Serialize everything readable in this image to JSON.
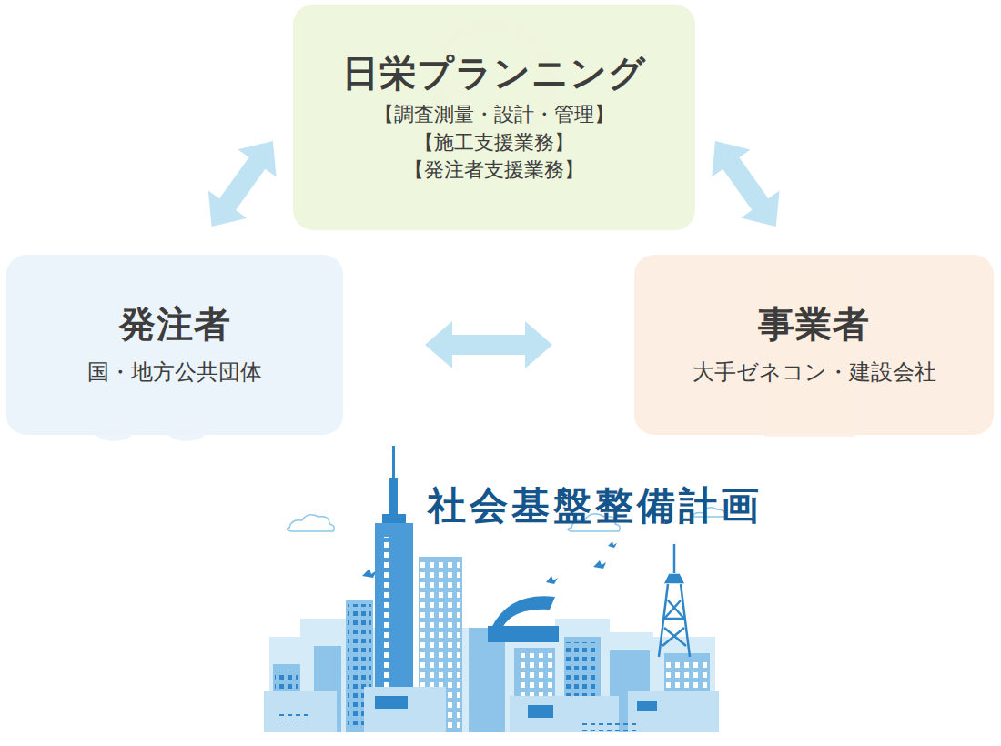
{
  "diagram": {
    "nodes": [
      {
        "text": [
          "日栄プランニング",
          "【調査測量・設計・管理】",
          "【施工支援業務】",
          "【発注者支援業務】"
        ]
      },
      {
        "text": [
          "発注者",
          "国・地方公共団体"
        ]
      },
      {
        "text": [
          "事業者",
          "大手ゼネコン・建設会社"
        ]
      }
    ],
    "edges": [
      {
        "from": 0,
        "to": 1,
        "arrow": "both"
      },
      {
        "from": 0,
        "to": 2,
        "arrow": "both"
      },
      {
        "from": 1,
        "to": 2,
        "arrow": "both"
      }
    ],
    "labels": [
      "社会基盤整備計画"
    ]
  }
}
